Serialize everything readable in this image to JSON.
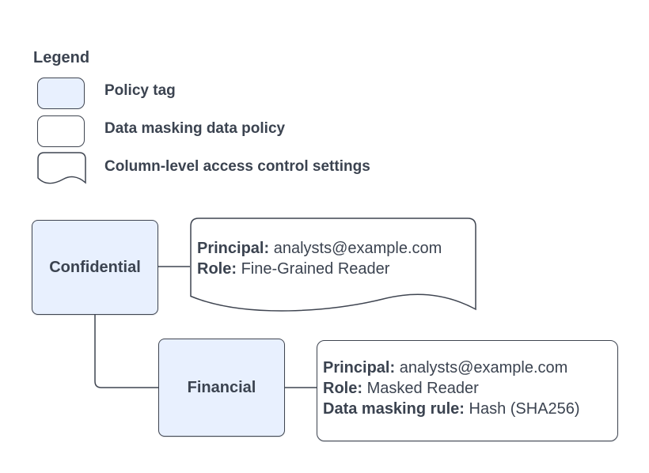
{
  "legend": {
    "title": "Legend",
    "items": [
      {
        "id": "policy-tag",
        "label": "Policy tag"
      },
      {
        "id": "data-masking-data-policy",
        "label": "Data masking data policy"
      },
      {
        "id": "column-level-access-control-settings",
        "label": "Column-level access control settings"
      }
    ]
  },
  "diagram": {
    "policy_tags": [
      {
        "name": "Confidential"
      },
      {
        "name": "Financial"
      }
    ],
    "acl_note": {
      "lines": [
        {
          "label": "Principal:",
          "value": "analysts@example.com"
        },
        {
          "label": "Role:",
          "value": "Fine-Grained Reader"
        }
      ]
    },
    "masking_note": {
      "lines": [
        {
          "label": "Principal:",
          "value": "analysts@example.com"
        },
        {
          "label": "Role:",
          "value": "Masked Reader"
        },
        {
          "label": "Data masking rule:",
          "value": "Hash (SHA256)"
        }
      ]
    }
  },
  "colors": {
    "policy_tag_fill": "#e8f0fe",
    "note_fill": "#ffffff",
    "shape_stroke": "#3f4551",
    "text": "#3b4350"
  }
}
